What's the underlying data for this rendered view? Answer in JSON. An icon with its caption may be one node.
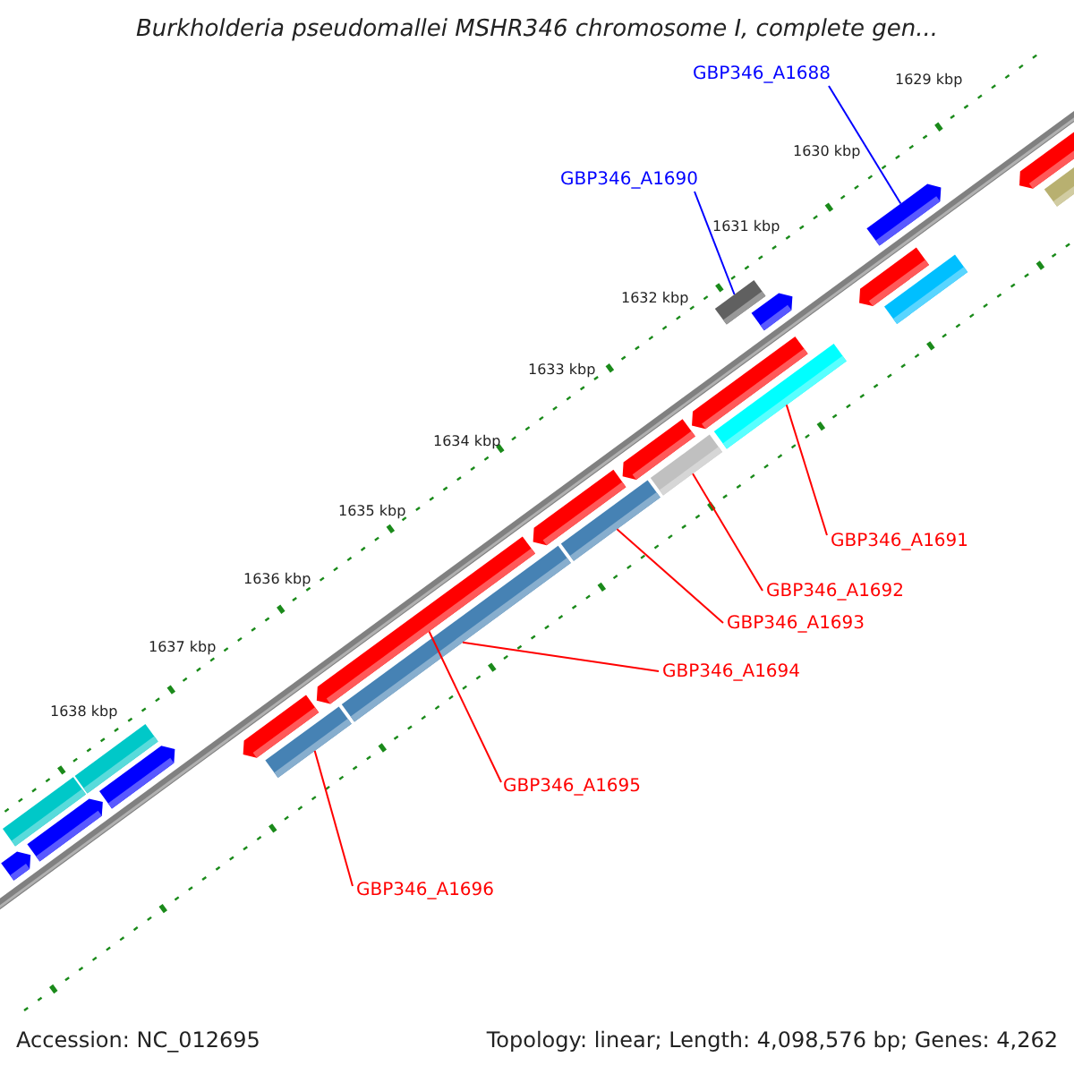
{
  "diagram": {
    "title": "Burkholderia pseudomallei MSHR346 chromosome I, complete gen...",
    "nodes": [
      {
        "text": [
          "GBP346_A1688"
        ]
      },
      {
        "text": [],
        "shape": "bar"
      },
      {
        "text": [
          "GBP346_A1690"
        ]
      },
      {
        "text": [],
        "shape": "bar"
      },
      {
        "text": [
          "GBP346_A1691"
        ]
      },
      {
        "text": [],
        "shape": "bar"
      },
      {
        "text": [
          "GBP346_A1692"
        ]
      },
      {
        "text": [],
        "shape": "bar"
      },
      {
        "text": [
          "GBP346_A1693"
        ]
      },
      {
        "text": [],
        "shape": "bar"
      },
      {
        "text": [
          "GBP346_A1694"
        ]
      },
      {
        "text": [],
        "shape": "bar"
      },
      {
        "text": [
          "GBP346_A1695"
        ]
      },
      {
        "text": [],
        "shape": "bar"
      },
      {
        "text": [
          "GBP346_A1696"
        ]
      },
      {
        "text": [],
        "shape": "bar"
      },
      {
        "text": [],
        "shape": "bar"
      },
      {
        "text": [],
        "shape": "bar"
      },
      {
        "text": [],
        "shape": "bar"
      },
      {
        "text": [],
        "shape": "bar"
      },
      {
        "text": [],
        "shape": "bar"
      },
      {
        "text": [],
        "shape": "bar"
      },
      {
        "text": [],
        "shape": "bar"
      },
      {
        "text": [],
        "shape": "bar"
      },
      {
        "text": [],
        "shape": "bar"
      },
      {
        "text": [],
        "shape": "bar"
      },
      {
        "text": [],
        "shape": "bar"
      },
      {
        "text": [],
        "shape": "bar"
      },
      {
        "text": [],
        "shape": "bar"
      },
      {
        "text": [],
        "shape": "bar"
      }
    ],
    "edges": [
      {
        "from": 0,
        "to": 1,
        "arrow": "none",
        "color": "#0000ff"
      },
      {
        "from": 2,
        "to": 3,
        "arrow": "none",
        "color": "#0000ff"
      },
      {
        "from": 4,
        "to": 5,
        "arrow": "none"
      },
      {
        "from": 6,
        "to": 7,
        "arrow": "none"
      },
      {
        "from": 8,
        "to": 9,
        "arrow": "none"
      },
      {
        "from": 10,
        "to": 11,
        "arrow": "none"
      },
      {
        "from": 12,
        "to": 13,
        "arrow": "none"
      },
      {
        "from": 14,
        "to": 15,
        "arrow": "none"
      }
    ],
    "labels": [
      "1629 kbp",
      "1630 kbp",
      "1631 kbp",
      "1632 kbp",
      "1633 kbp",
      "1634 kbp",
      "1635 kbp",
      "1636 kbp",
      "1637 kbp",
      "1638 kbp",
      "Accession: NC_012695",
      "Topology: linear; Length: 4,098,576 bp; Genes: 4,262"
    ]
  }
}
